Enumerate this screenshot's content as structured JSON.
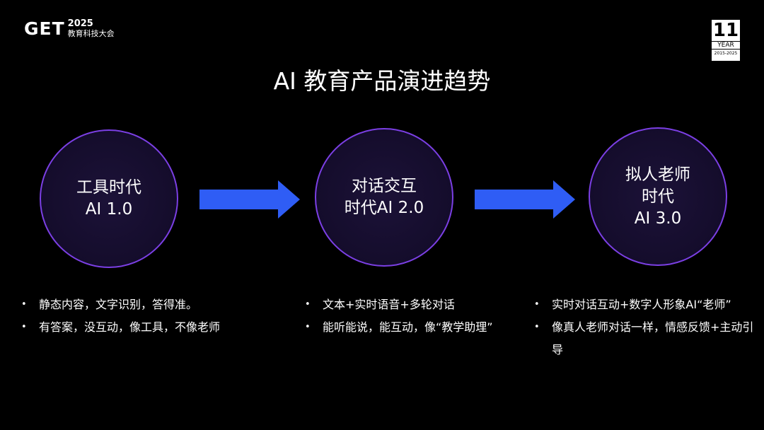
{
  "header": {
    "logo_mark": "GET",
    "logo_year": "2025",
    "logo_sub": "教育科技大会",
    "badge_num": "11",
    "badge_word": "YEAR",
    "badge_range": "2015-2025"
  },
  "title": "AI 教育产品演进趋势",
  "stages": [
    {
      "lines": [
        "工具时代",
        "AI 1.0"
      ]
    },
    {
      "lines": [
        "对话交互",
        "时代AI 2.0"
      ]
    },
    {
      "lines": [
        "拟人老师",
        "时代",
        "AI 3.0"
      ]
    }
  ],
  "bullets": [
    [
      "静态内容，文字识别，答得准。",
      "有答案，没互动，像工具，不像老师"
    ],
    [
      "文本+实时语音+多轮对话",
      "能听能说，能互动，像“教学助理”"
    ],
    [
      "实时对话互动+数字人形象AI“老师”",
      "像真人老师对话一样，情感反馈+主动引导"
    ]
  ],
  "colors": {
    "background": "#000000",
    "circle_border": "#7b3fe4",
    "circle_fill": "#140c2c",
    "arrow": "#2f5df5",
    "text": "#ffffff"
  }
}
